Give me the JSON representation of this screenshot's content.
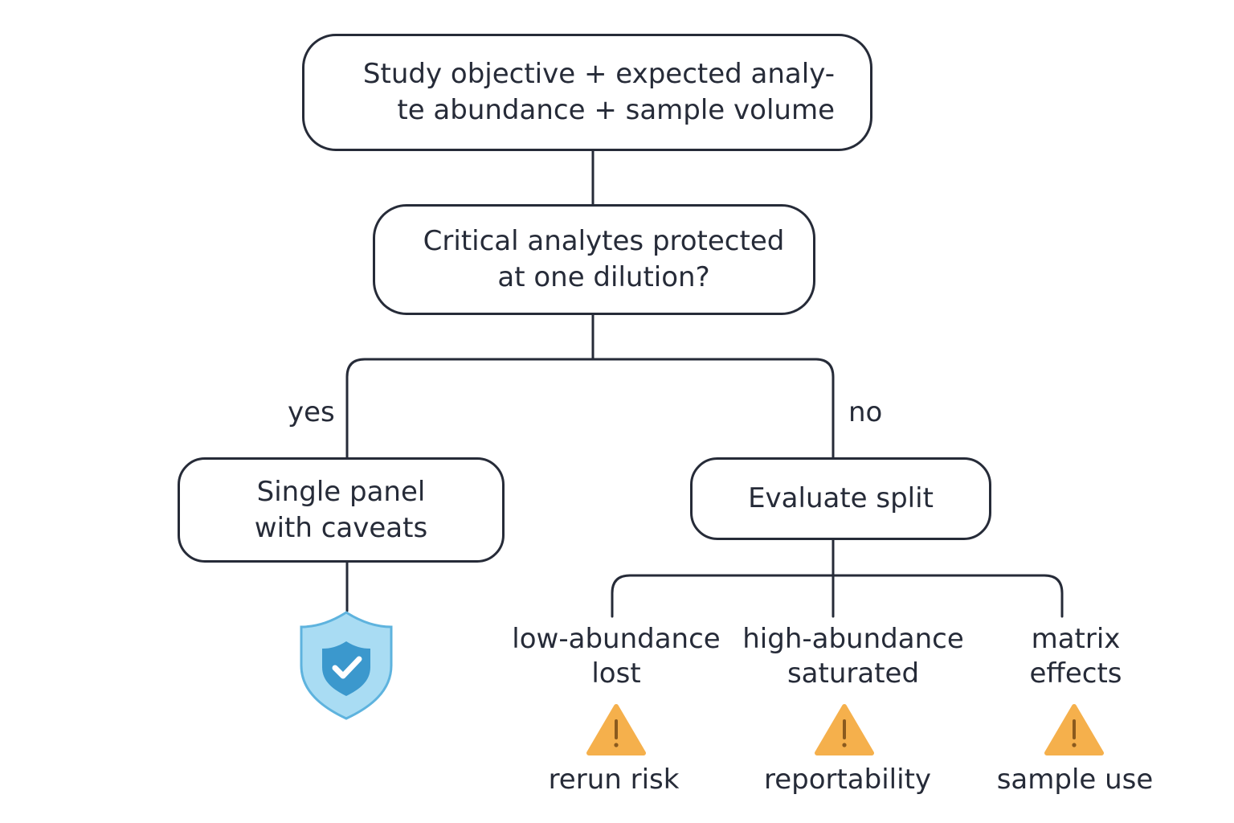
{
  "nodes": {
    "objective": {
      "line1": "Study objective + expected analy-",
      "line2": "te abundance + sample volume"
    },
    "question": {
      "line1": "Critical analytes protected",
      "line2": "at one dilution?"
    },
    "single_panel": {
      "line1": "Single panel",
      "line2": "with caveats"
    },
    "evaluate": {
      "line1": "Evaluate split"
    }
  },
  "branches": {
    "yes": "yes",
    "no": "no"
  },
  "outcomes": [
    {
      "line1": "low-abundance",
      "line2": "lost",
      "risk": "rerun risk"
    },
    {
      "line1": "high-abundance",
      "line2": "saturated",
      "risk": "reportability"
    },
    {
      "line1": "matrix",
      "line2": "effects",
      "risk": "sample use"
    }
  ],
  "icons": {
    "single_panel": "shield-check-icon",
    "outcomes": "warning-triangle-icon"
  },
  "colors": {
    "line": "#262b38",
    "shield_fill": "#a9dcf3",
    "shield_stroke": "#5eb3de",
    "badge": "#3b98cd",
    "warning": "#f5b04c"
  }
}
